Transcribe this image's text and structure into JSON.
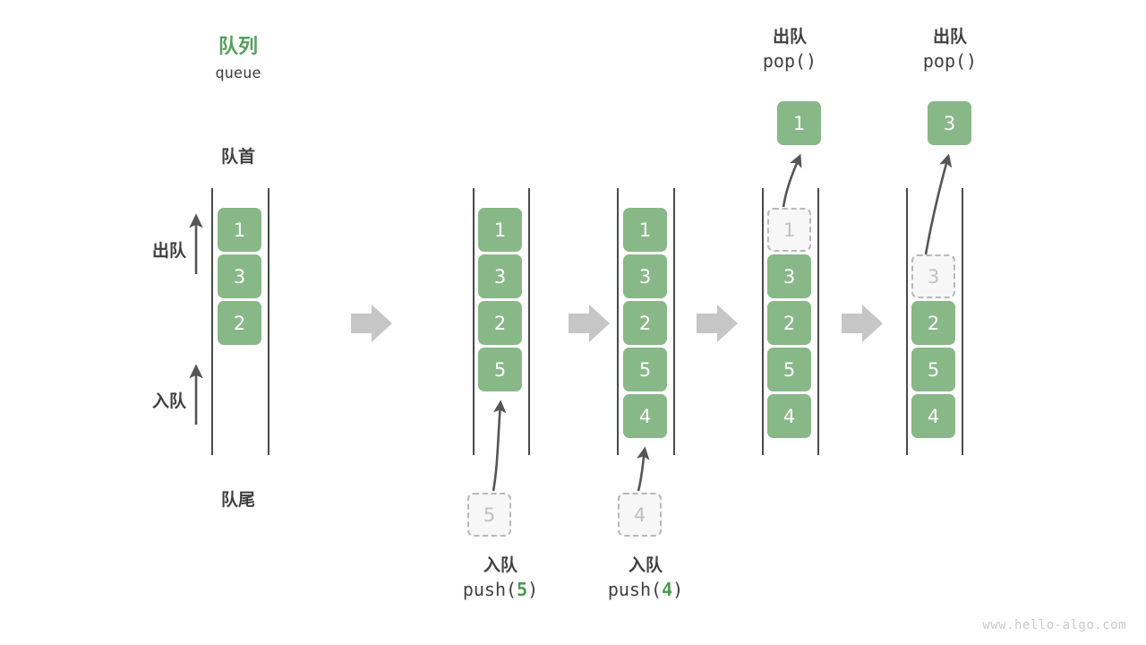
{
  "diagram": {
    "title_cn": "队列",
    "title_en": "queue",
    "head_label": "队首",
    "tail_label": "队尾",
    "dequeue_arrow_label": "出队",
    "enqueue_arrow_label": "入队",
    "watermark": "www.hello-algo.com",
    "colors": {
      "cell_green": "#88b888",
      "title_green": "#55a05a",
      "accent_num_green": "#4a9a52",
      "rail_dark": "#4a4a4a",
      "ghost_border": "#b8b8b8",
      "ghost_text": "#c0c0c0",
      "step_arrow_grey": "#c6c6c6",
      "curve_arrow_grey": "#555555",
      "watermark_grey": "#c9c9c9"
    },
    "stages": [
      {
        "id": "stage-1",
        "cells": [
          "1",
          "3",
          "2"
        ],
        "ghost": null,
        "popped": null,
        "op_top": null,
        "op_bottom": null
      },
      {
        "id": "stage-2",
        "cells": [
          "1",
          "3",
          "2",
          "5"
        ],
        "ghost": {
          "value": "5",
          "position": "below"
        },
        "popped": null,
        "op_top": null,
        "op_bottom": {
          "cn": "入队",
          "code_pre": "push(",
          "code_num": "5",
          "code_post": ")"
        }
      },
      {
        "id": "stage-3",
        "cells": [
          "1",
          "3",
          "2",
          "5",
          "4"
        ],
        "ghost": {
          "value": "4",
          "position": "below"
        },
        "popped": null,
        "op_top": null,
        "op_bottom": {
          "cn": "入队",
          "code_pre": "push(",
          "code_num": "4",
          "code_post": ")"
        }
      },
      {
        "id": "stage-4",
        "cells": [
          "3",
          "2",
          "5",
          "4"
        ],
        "ghost": {
          "value": "1",
          "position": "slot-0"
        },
        "popped": "1",
        "op_top": {
          "cn": "出队",
          "code": "pop()"
        },
        "op_bottom": null
      },
      {
        "id": "stage-5",
        "cells": [
          "2",
          "5",
          "4"
        ],
        "ghost": {
          "value": "3",
          "position": "slot-1"
        },
        "popped": "3",
        "op_top": {
          "cn": "出队",
          "code": "pop()"
        },
        "op_bottom": null
      }
    ],
    "step_arrows": [
      {
        "id": "step-arrow-1"
      },
      {
        "id": "step-arrow-2"
      },
      {
        "id": "step-arrow-3"
      },
      {
        "id": "step-arrow-4"
      }
    ]
  }
}
